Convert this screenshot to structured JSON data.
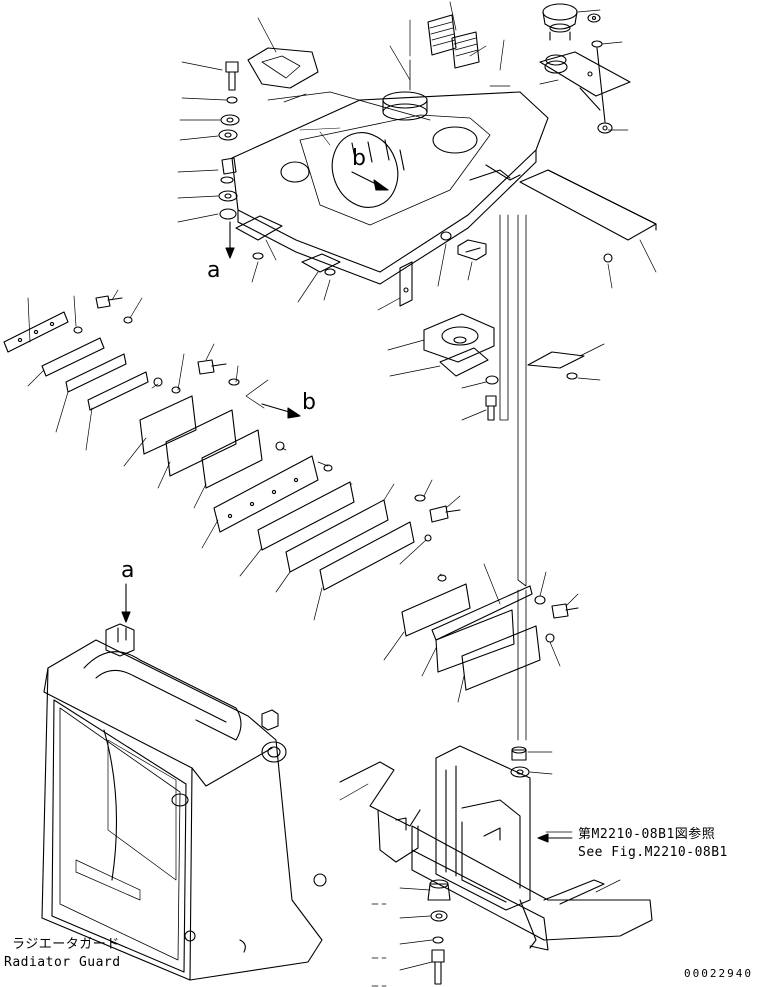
{
  "diagram": {
    "view_marker_a": "a",
    "view_marker_b": "b",
    "reference_note": {
      "line_ja": "第M2210-08B1図参照",
      "line_en": "See Fig.M2210-08B1"
    },
    "part_caption": {
      "line_ja": "ラジエータガード",
      "line_en": "Radiator Guard"
    },
    "drawing_code": "00022940"
  }
}
